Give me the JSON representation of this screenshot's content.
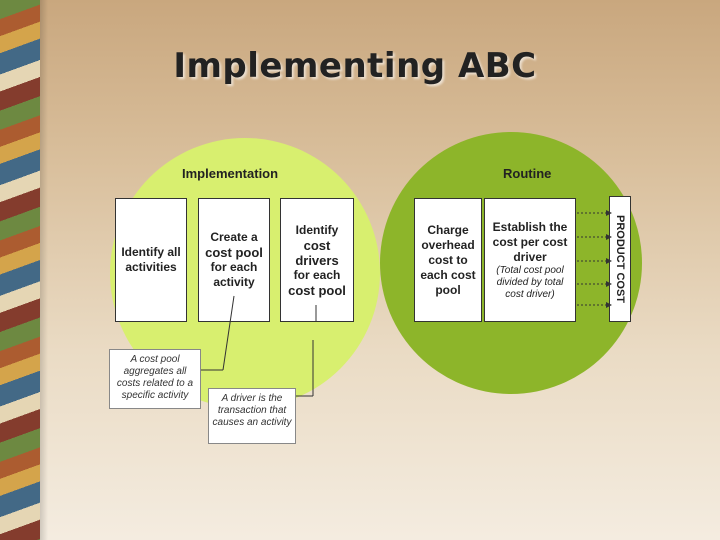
{
  "title": "Implementing ABC",
  "phases": {
    "implementation": "Implementation",
    "routine": "Routine"
  },
  "steps": {
    "identify_activities": "Identify all activities",
    "create_pool_1": "Create a",
    "create_pool_2": "cost pool",
    "create_pool_3": "for each activity",
    "identify_drivers_1": "Identify",
    "identify_drivers_2": "cost drivers",
    "identify_drivers_3": "for each",
    "identify_drivers_4": "cost pool",
    "charge_overhead": "Charge overhead cost to each cost pool",
    "establish_rate_1": "Establish the cost per cost driver",
    "establish_rate_2": "(Total cost pool divided by total cost driver)",
    "product_cost": "PRODUCT COST"
  },
  "notes": {
    "cost_pool": "A cost pool aggregates all costs related to a specific activity",
    "driver": "A driver is the transaction that causes an activity"
  },
  "colors": {
    "implementation_circle": "#d8ef6f",
    "routine_circle": "#8db52a"
  }
}
